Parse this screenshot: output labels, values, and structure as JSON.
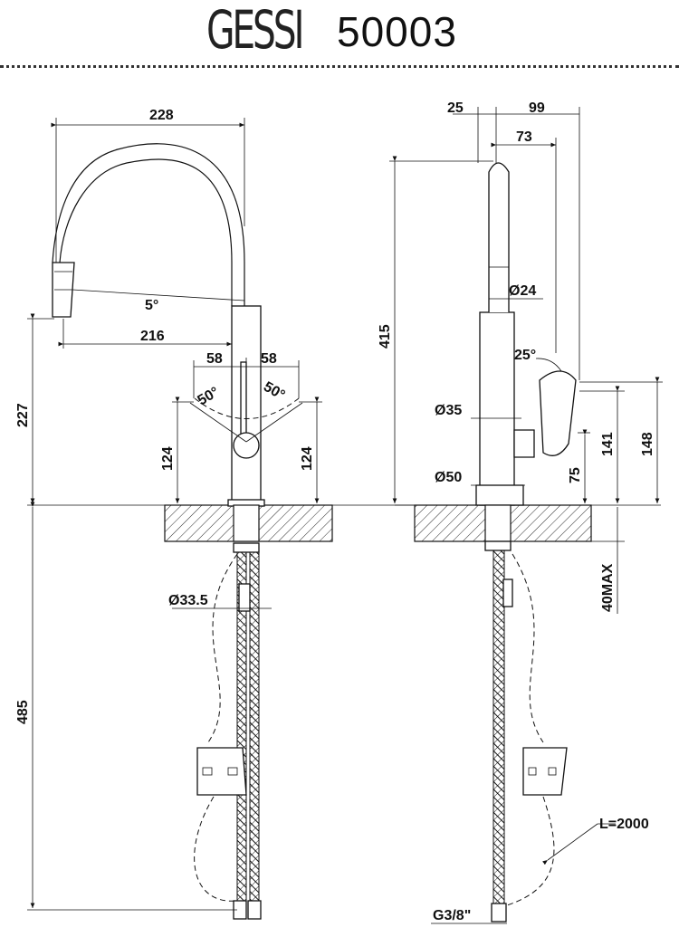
{
  "header": {
    "brand": "GESSI",
    "model": "50003"
  },
  "dimensions": {
    "left_view": {
      "spout_reach": "228",
      "spout_tip_angle": "5°",
      "spray_reach": "216",
      "lever_left_offset": "58",
      "lever_right_offset": "58",
      "lever_left_angle": "50°",
      "lever_right_angle": "50°",
      "lever_height_left": "124",
      "lever_height_right": "124",
      "spray_height": "227",
      "below_deck": "485",
      "hose_nut_diameter": "Ø33.5"
    },
    "right_view": {
      "body_offset": "25",
      "total_depth": "99",
      "spout_depth": "73",
      "total_height": "415",
      "spray_diameter": "Ø24",
      "handle_angle": "25°",
      "body_diameter": "Ø35",
      "base_diameter": "Ø50",
      "lever_pivot_height": "75",
      "lever_bottom_height": "141",
      "lever_top_height": "148",
      "deck_thickness": "40MAX",
      "hose_length": "L=2000",
      "thread_size": "G3/8\""
    }
  }
}
